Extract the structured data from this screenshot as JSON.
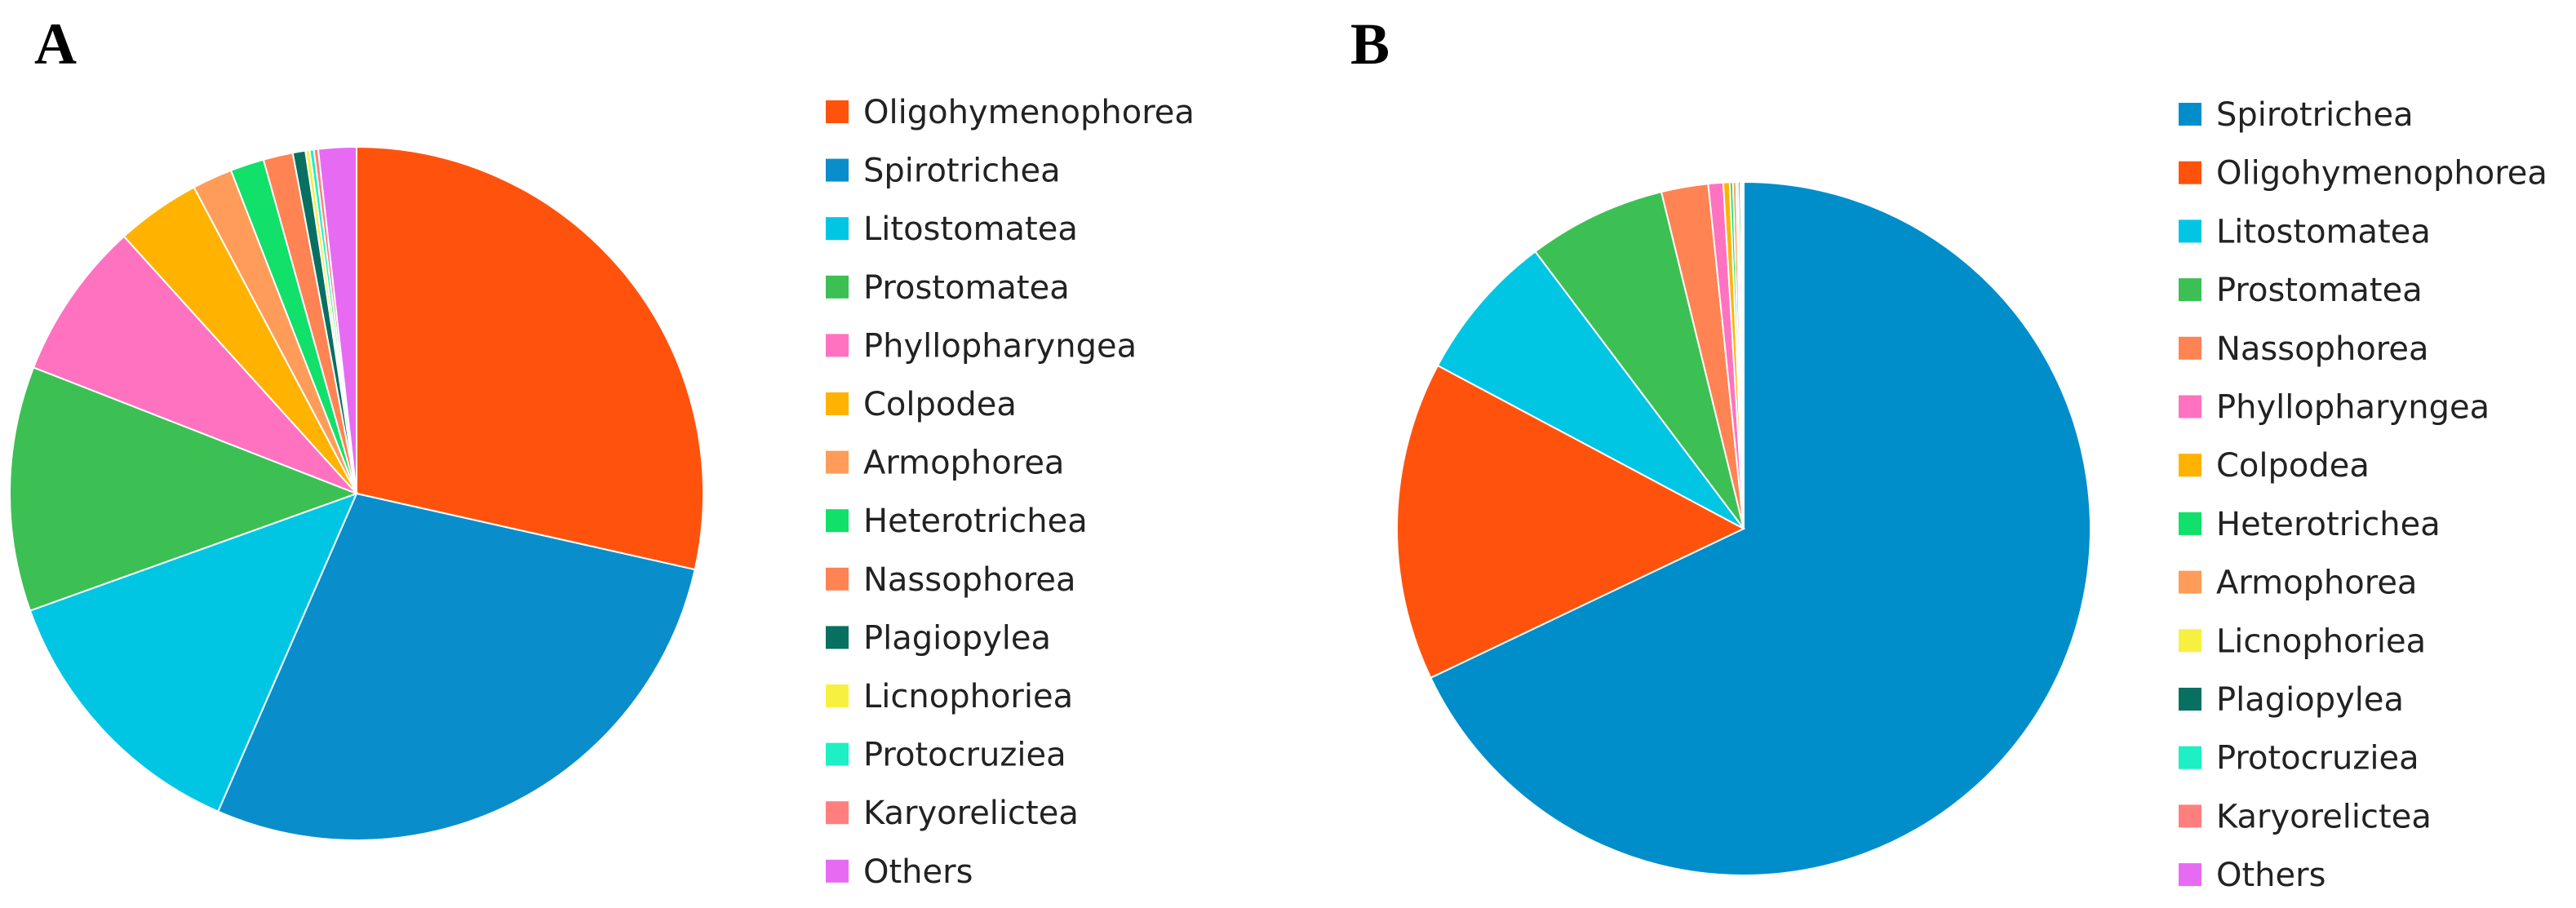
{
  "chart_data": [
    {
      "type": "pie",
      "panel": "A",
      "title": "",
      "start_angle_deg": 0,
      "direction": "clockwise",
      "legend_position": "right",
      "slices": [
        {
          "label": "Oligohymenophorea",
          "value": 29.0,
          "color": "#FF530D"
        },
        {
          "label": "Spirotrichea",
          "value": 28.5,
          "color": "#0A8ECB"
        },
        {
          "label": "Litostomatea",
          "value": 13.2,
          "color": "#00C6E4"
        },
        {
          "label": "Prostomatea",
          "value": 11.6,
          "color": "#3CC054"
        },
        {
          "label": "Phyllopharyngea",
          "value": 7.5,
          "color": "#FF72C0"
        },
        {
          "label": "Colpodea",
          "value": 4.0,
          "color": "#FFB300"
        },
        {
          "label": "Armophorea",
          "value": 1.9,
          "color": "#FF9C5A"
        },
        {
          "label": "Heterotrichea",
          "value": 1.6,
          "color": "#11E06B"
        },
        {
          "label": "Nassophorea",
          "value": 1.4,
          "color": "#FF8353"
        },
        {
          "label": "Plagiopylea",
          "value": 0.6,
          "color": "#087060"
        },
        {
          "label": "Licnophoriea",
          "value": 0.2,
          "color": "#F8F040"
        },
        {
          "label": "Protocruziea",
          "value": 0.2,
          "color": "#1CF0C4"
        },
        {
          "label": "Karyorelictea",
          "value": 0.2,
          "color": "#FF7F7F"
        },
        {
          "label": "Others",
          "value": 1.8,
          "color": "#E76BF2"
        }
      ]
    },
    {
      "type": "pie",
      "panel": "B",
      "title": "",
      "start_angle_deg": 0,
      "direction": "clockwise",
      "legend_position": "right",
      "slices": [
        {
          "label": "Spirotrichea",
          "value": 68.5,
          "color": "#008ECB"
        },
        {
          "label": "Oligohymenophorea",
          "value": 15.0,
          "color": "#FF530D"
        },
        {
          "label": "Litostomatea",
          "value": 7.0,
          "color": "#00C6E4"
        },
        {
          "label": "Prostomatea",
          "value": 6.5,
          "color": "#3CC054"
        },
        {
          "label": "Nassophorea",
          "value": 2.2,
          "color": "#FF8353"
        },
        {
          "label": "Phyllopharyngea",
          "value": 0.7,
          "color": "#FF72C0"
        },
        {
          "label": "Colpodea",
          "value": 0.3,
          "color": "#FFB300"
        },
        {
          "label": "Heterotrichea",
          "value": 0.15,
          "color": "#11E06B"
        },
        {
          "label": "Armophorea",
          "value": 0.15,
          "color": "#FF9C5A"
        },
        {
          "label": "Licnophoriea",
          "value": 0.1,
          "color": "#F8F040"
        },
        {
          "label": "Plagiopylea",
          "value": 0.1,
          "color": "#087060"
        },
        {
          "label": "Protocruziea",
          "value": 0.05,
          "color": "#1CF0C4"
        },
        {
          "label": "Karyorelictea",
          "value": 0.05,
          "color": "#FF7F7F"
        },
        {
          "label": "Others",
          "value": 0.05,
          "color": "#E76BF2"
        }
      ]
    }
  ]
}
